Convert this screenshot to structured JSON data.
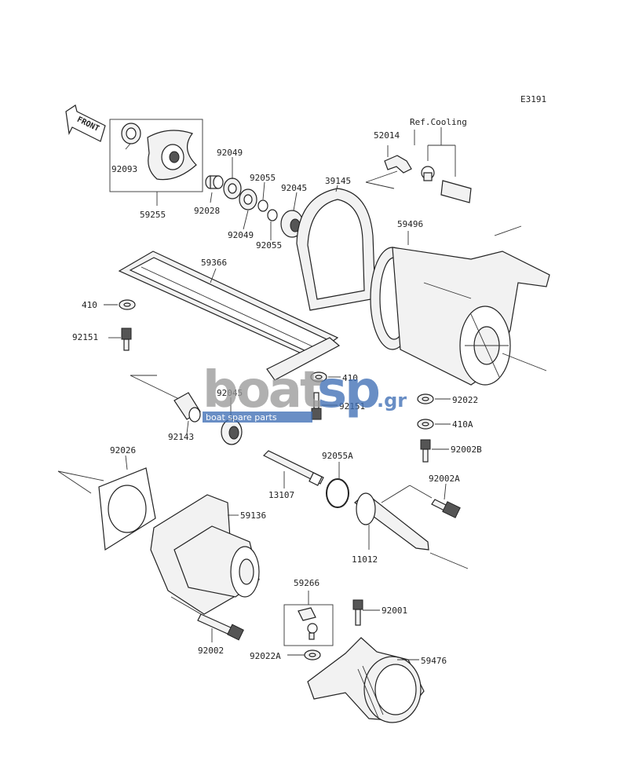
{
  "diagram_code": "E3191",
  "ref_cooling_label": "Ref.Cooling",
  "front_label": "FRONT",
  "watermark": {
    "logo_text": "boatsp",
    "logo_suffix": ".gr",
    "tagline": "boat spare parts",
    "colors": {
      "boat": "#9a9a9a",
      "sp": "#3f6fb5"
    }
  },
  "parts": {
    "p92093": "92093",
    "p59255": "59255",
    "p92049a": "92049",
    "p92028": "92028",
    "p92049b": "92049",
    "p92055a": "92055",
    "p92055b": "92055",
    "p92045a": "92045",
    "p39145": "39145",
    "p52014": "52014",
    "p59496": "59496",
    "p59366": "59366",
    "p410a": "410",
    "p92151a": "92151",
    "p410b": "410",
    "p92151b": "92151",
    "p92045b": "92045",
    "p92143": "92143",
    "p92022": "92022",
    "p410A": "410A",
    "p92002B": "92002B",
    "p92026": "92026",
    "p92055A": "92055A",
    "p92002A": "92002A",
    "p13107": "13107",
    "p59136": "59136",
    "p11012": "11012",
    "p59266": "59266",
    "p92001": "92001",
    "p92002": "92002",
    "p92022A": "92022A",
    "p59476": "59476"
  }
}
